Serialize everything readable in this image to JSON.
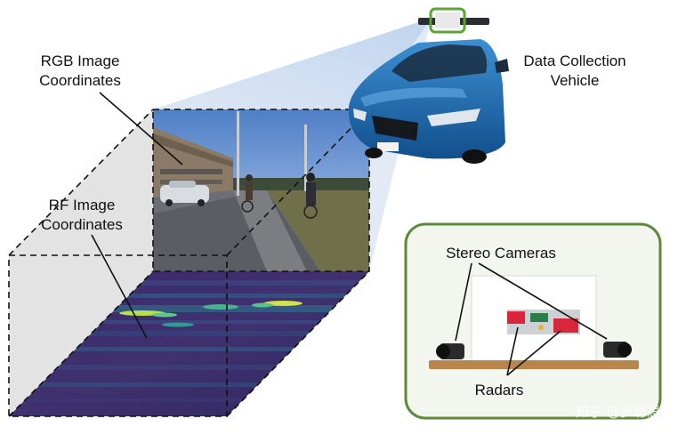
{
  "labels": {
    "rgb_coords": [
      "RGB Image",
      "Coordinates"
    ],
    "rf_coords": [
      "RF Image",
      "Coordinates"
    ],
    "vehicle": [
      "Data Collection",
      "Vehicle"
    ],
    "stereo": "Stereo Cameras",
    "radars": "Radars"
  },
  "watermark": "知乎 @罗聪思",
  "colors": {
    "sky_top": "#5b86c9",
    "sky_bottom": "#bcd0ea",
    "road": "#5a5d63",
    "grass": "#6a6a4a",
    "rf_base": "#3e2a6e",
    "rf_mid": "#2a5f8e",
    "rf_hot": "#c8e14a",
    "car_body": "#1f6fb3",
    "frustum": "#c9daf0",
    "inset_border": "#5c8a3a",
    "inset_bg": "#eff3ea",
    "sensor_box": "#ffffff",
    "board_wood": "#b8864c",
    "radar_pcb": "#d9263b"
  },
  "icons": [
    "rgb-camera-image",
    "rf-heatmap-image",
    "car-icon",
    "stereo-camera-icon",
    "radar-board-icon"
  ]
}
